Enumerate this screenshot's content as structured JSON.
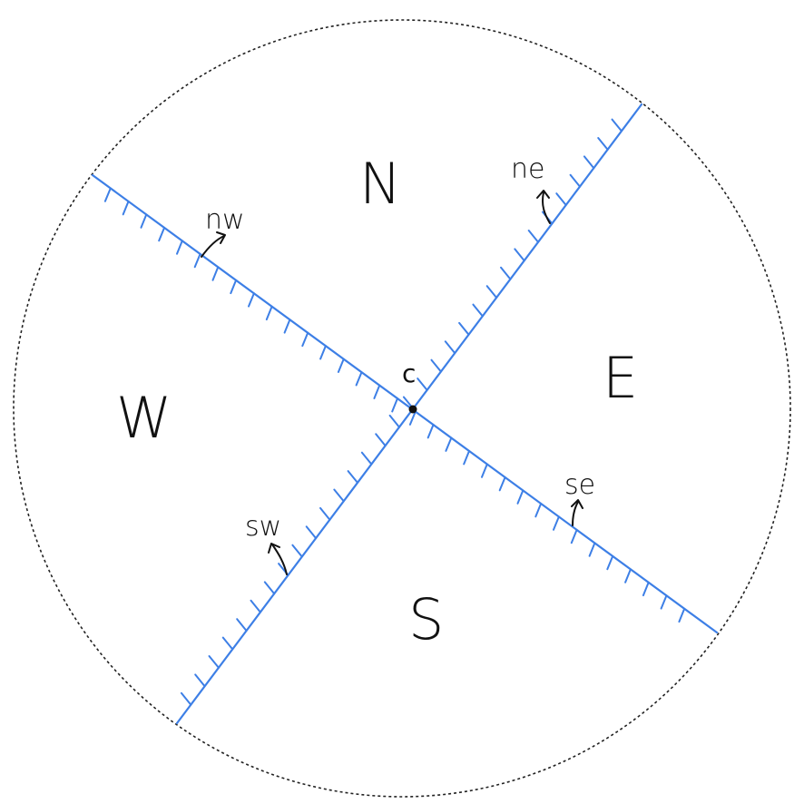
{
  "colors": {
    "line": "#3d7fe6",
    "ink": "#111111",
    "circle": "#222222"
  },
  "regions": {
    "north": "N",
    "east": "E",
    "south": "S",
    "west": "W"
  },
  "center": "c",
  "rays": {
    "ne": "ne",
    "nw": "nw",
    "se": "se",
    "sw": "sw"
  }
}
